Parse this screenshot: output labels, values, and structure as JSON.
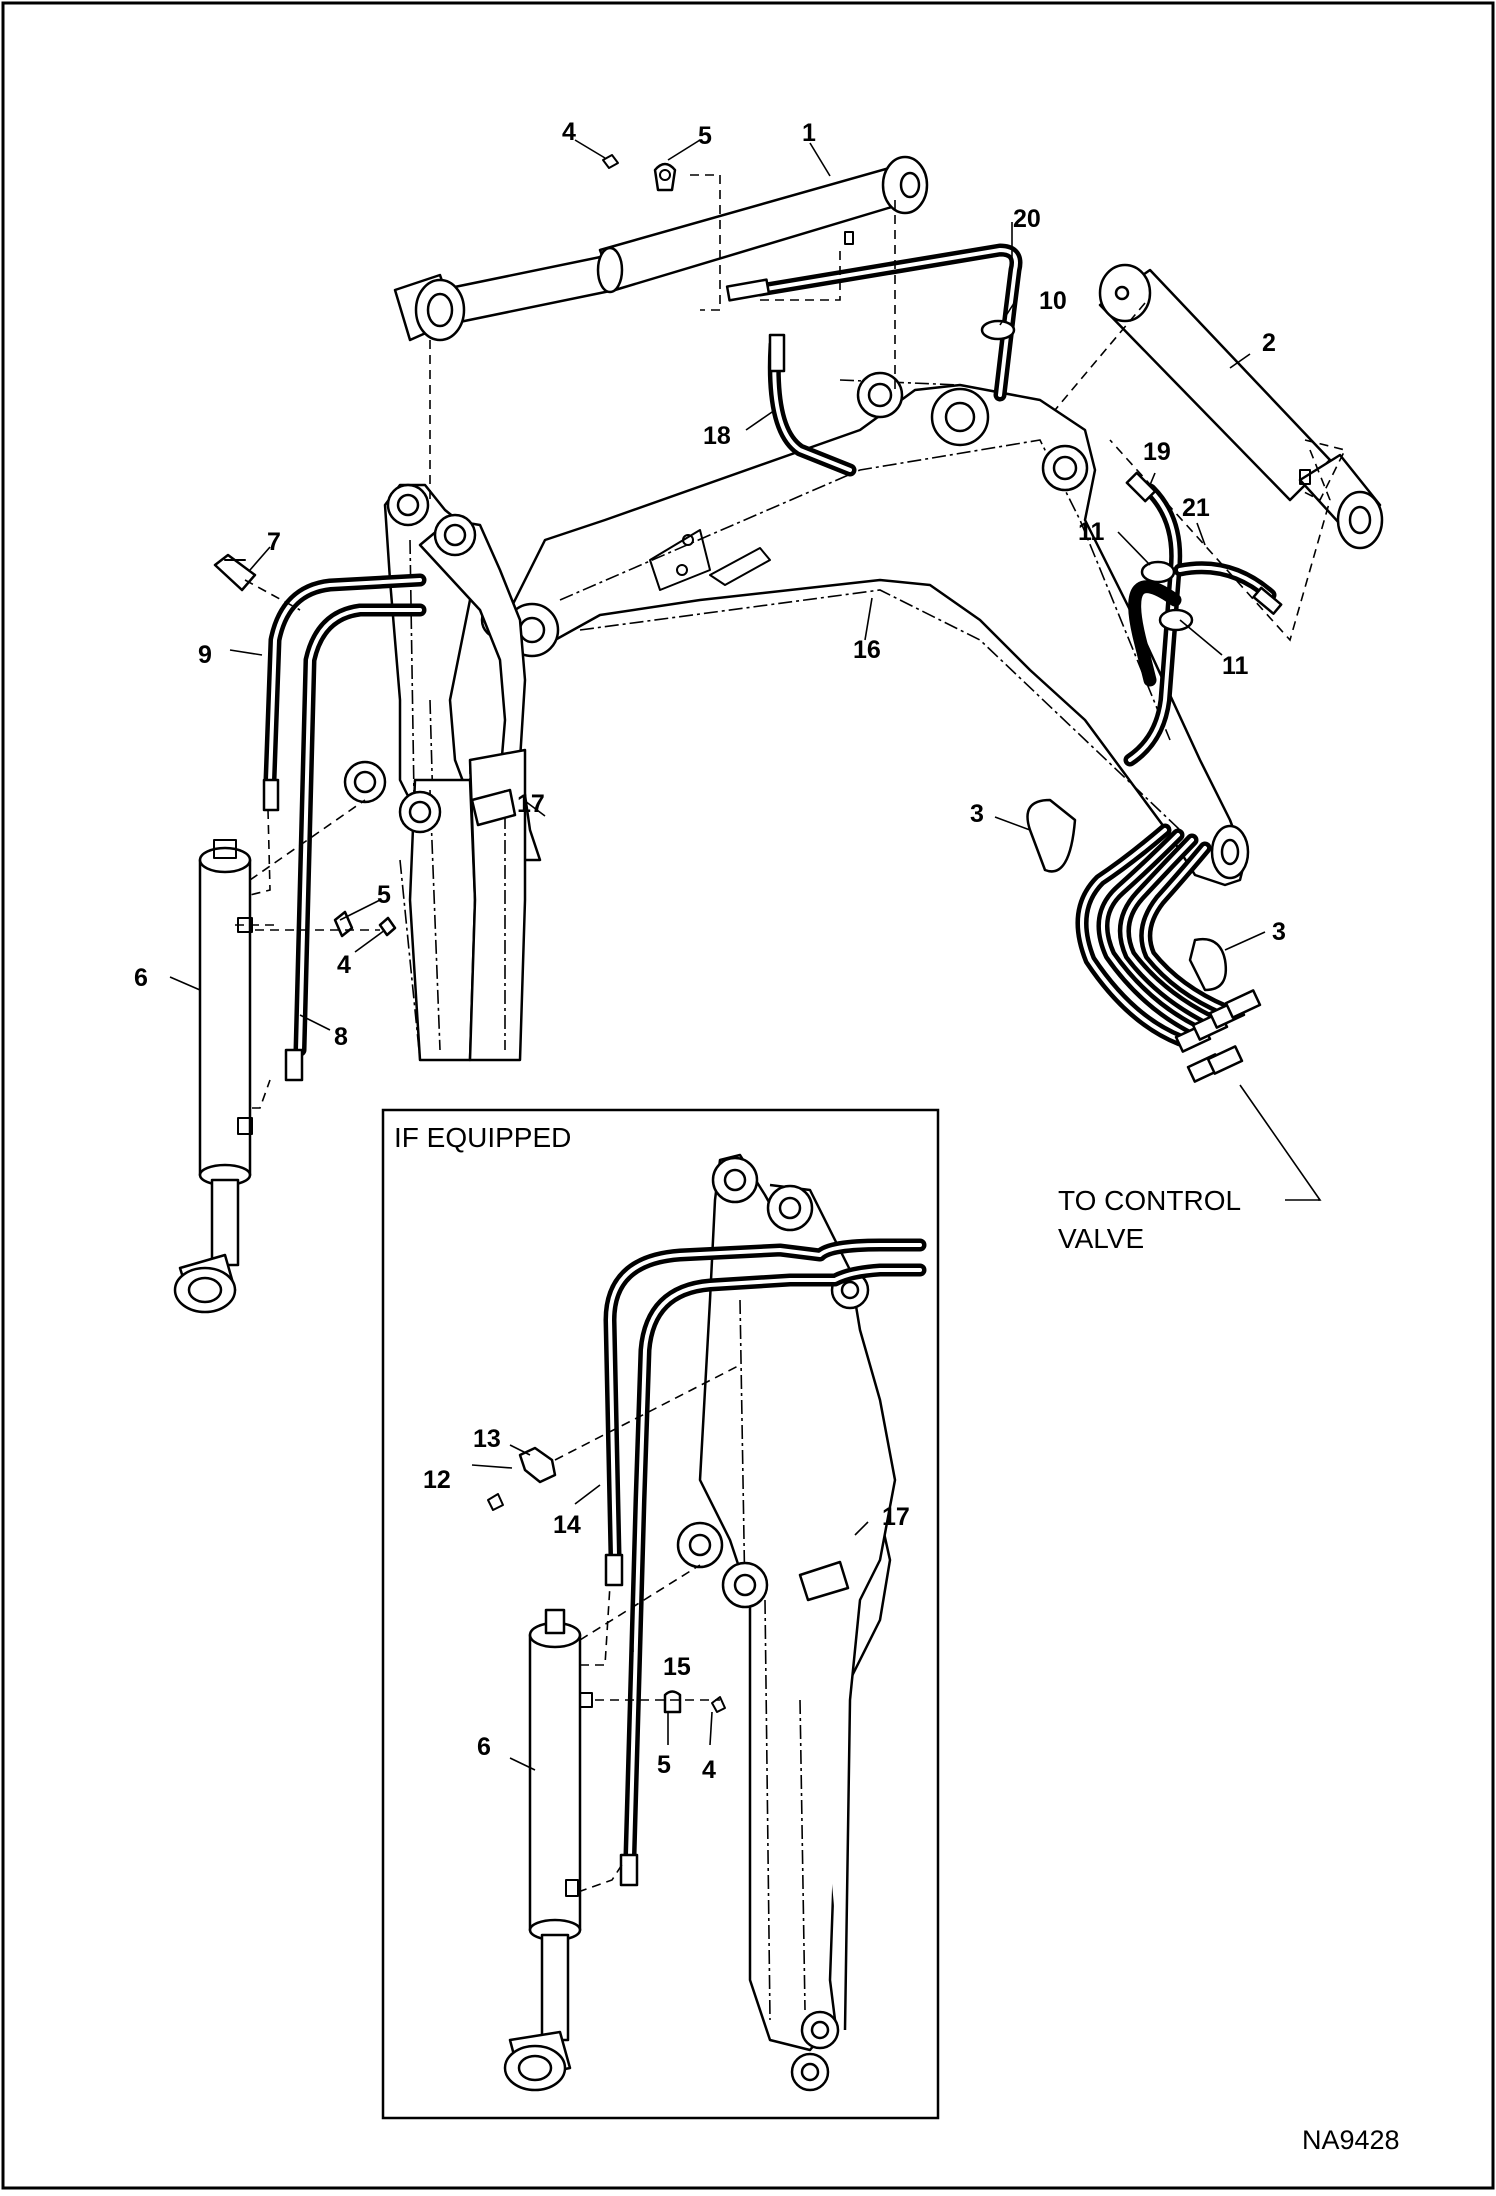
{
  "labels": {
    "p1": "1",
    "p2": "2",
    "p3a": "3",
    "p3b": "3",
    "p4a": "4",
    "p4b": "4",
    "p4c": "4",
    "p5a": "5",
    "p5b": "5",
    "p5c": "5",
    "p6a": "6",
    "p6b": "6",
    "p7": "7",
    "p8": "8",
    "p9": "9",
    "p10": "10",
    "p11a": "11",
    "p11b": "11",
    "p12": "12",
    "p13": "13",
    "p14": "14",
    "p15": "15",
    "p16": "16",
    "p17a": "17",
    "p17b": "17",
    "p18": "18",
    "p19": "19",
    "p20": "20",
    "p21": "21"
  },
  "notes": {
    "control_valve_line1": "TO CONTROL",
    "control_valve_line2": "VALVE",
    "if_equipped": "IF EQUIPPED",
    "drawing_code": "NA9428"
  }
}
